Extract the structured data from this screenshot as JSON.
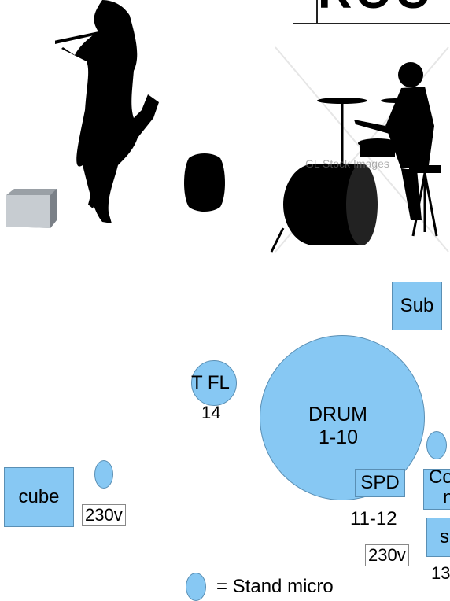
{
  "header": {
    "title_fragment": "ROC"
  },
  "watermark": "GL Stock Images",
  "stage": {
    "sub_label": "Sub",
    "drum_label_line1": "DRUM",
    "drum_label_line2": "1-10",
    "tfl_label": "T FL",
    "tfl_channel": "14",
    "spd_label": "SPD",
    "spd_channel": "11-12",
    "cube_label": "cube",
    "power_left": "230v",
    "power_right": "230v",
    "co_fragment_top": "Co",
    "co_fragment_bottom": "n",
    "s_fragment": "s",
    "channel_fragment": "13"
  },
  "legend": {
    "stand_micro": "= Stand micro"
  },
  "colors": {
    "stage_blue": "#87c8f3",
    "silhouette": "#000000"
  }
}
